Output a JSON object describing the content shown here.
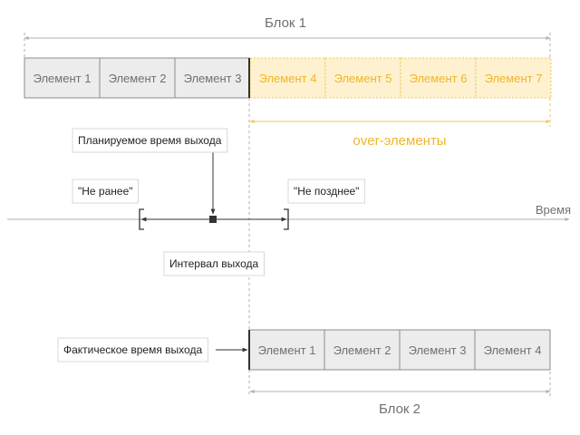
{
  "block1": {
    "title": "Блок 1",
    "elements": [
      "Элемент 1",
      "Элемент 2",
      "Элемент 3",
      "Элемент 4",
      "Элемент 5",
      "Элемент 6",
      "Элемент 7"
    ],
    "over_count": 4,
    "over_label": "over-элементы"
  },
  "block2": {
    "title": "Блок 2",
    "elements": [
      "Элемент 1",
      "Элемент 2",
      "Элемент 3",
      "Элемент 4"
    ]
  },
  "timeline": {
    "axis_label": "Время",
    "planned_label": "Планируемое время выхода",
    "not_earlier_label": "\"Не ранее\"",
    "not_later_label": "\"Не позднее\"",
    "interval_label": "Интервал выхода",
    "actual_label": "Фактическое время выхода"
  },
  "colors": {
    "line": "#b0b0b0",
    "normal_fill": "#ececec",
    "normal_stroke": "#8c8c8c",
    "normal_text": "#707070",
    "over_fill": "#fdf1cf",
    "over_stroke": "#f0c75a",
    "over_text": "#f0b52a",
    "dark": "#333333",
    "callout_border": "#d8d8d8",
    "callout_text": "#222222"
  }
}
